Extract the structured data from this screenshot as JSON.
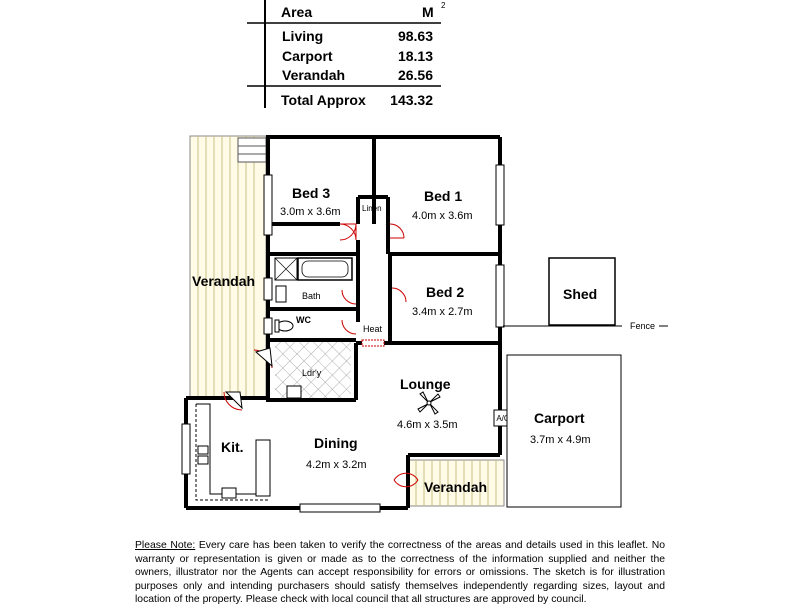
{
  "area_table": {
    "header": "Area",
    "unit": "M",
    "unit_sup": "2",
    "rows": [
      {
        "label": "Living",
        "value": "98.63"
      },
      {
        "label": "Carport",
        "value": "18.13"
      },
      {
        "label": "Verandah",
        "value": "26.56"
      }
    ],
    "total_label": "Total Approx",
    "total_value": "143.32"
  },
  "rooms": {
    "bed3": {
      "name": "Bed 3",
      "dims": "3.0m x 3.6m"
    },
    "bed1": {
      "name": "Bed 1",
      "dims": "4.0m x 3.6m"
    },
    "bed2": {
      "name": "Bed 2",
      "dims": "3.4m x 2.7m"
    },
    "linen": {
      "name": "Linen"
    },
    "bath": {
      "name": "Bath"
    },
    "wc": {
      "name": "WC"
    },
    "heat": {
      "name": "Heat"
    },
    "laundry": {
      "name": "Ldr'y"
    },
    "lounge": {
      "name": "Lounge",
      "dims": "4.6m x 3.5m"
    },
    "kitchen": {
      "name": "Kit."
    },
    "dining": {
      "name": "Dining",
      "dims": "4.2m x 3.2m"
    },
    "verandah_side": {
      "name": "Verandah"
    },
    "verandah_front": {
      "name": "Verandah"
    },
    "carport": {
      "name": "Carport",
      "dims": "3.7m x 4.9m"
    },
    "ac": {
      "name": "A/C"
    },
    "shed": {
      "name": "Shed"
    },
    "fence": {
      "name": "Fence"
    }
  },
  "note": {
    "label": "Please Note:",
    "text": "Every care has been taken to verify the correctness of the areas and details used in this leaflet. No warranty or representation is given or made as to the correctness of the information supplied and neither the owners, illustrator nor the Agents can accept responsibility for errors or omissions. The sketch is for illustration purposes only and intending purchasers should satisfy themselves independently regarding sizes, layout and location of the property. Please check with local council that all structures are approved by council."
  }
}
